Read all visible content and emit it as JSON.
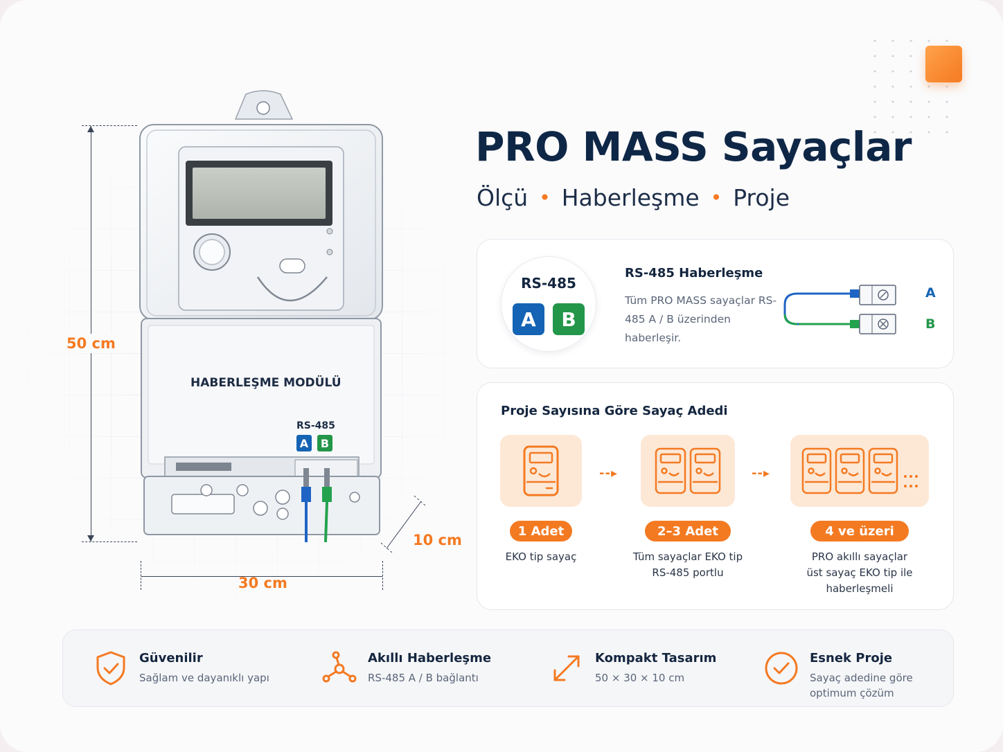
{
  "header": {
    "title": "PRO MASS Sayaçlar",
    "subtitle_parts": [
      "Ölçü",
      "Haberleşme",
      "Proje"
    ],
    "subtitle_separator": "•"
  },
  "meter": {
    "module_label": "HABERLEŞME MODÜLÜ",
    "port_label": "RS-485",
    "port_a": "A",
    "port_b": "B",
    "dim_height": "50 cm",
    "dim_width": "30 cm",
    "dim_depth": "10 cm"
  },
  "rs485": {
    "circle_label": "RS-485",
    "badge_a": "A",
    "badge_b": "B",
    "heading": "RS-485 Haberleşme",
    "description": "Tüm PRO MASS sayaçlar RS-485 A / B üzerinden haberleşir.",
    "wire_a": "A",
    "wire_b": "B"
  },
  "project": {
    "heading": "Proje Sayısına Göre Sayaç Adedi",
    "tiers": [
      {
        "pill": "1 Adet",
        "caption_line1": "EKO tip sayaç",
        "caption_line2": "",
        "caption_line3": ""
      },
      {
        "pill": "2–3 Adet",
        "caption_line1": "Tüm sayaçlar EKO tip",
        "caption_line2": "RS-485 portlu",
        "caption_line3": ""
      },
      {
        "pill": "4 ve üzeri",
        "caption_line1": "PRO akıllı sayaçlar",
        "caption_line2": "üst sayaç EKO tip ile",
        "caption_line3": "haberleşmeli"
      }
    ]
  },
  "features": [
    {
      "icon": "shield-check-icon",
      "title": "Güvenilir",
      "line1": "Sağlam ve dayanıklı yapı",
      "line2": ""
    },
    {
      "icon": "network-nodes-icon",
      "title": "Akıllı Haberleşme",
      "line1": "RS-485 A / B bağlantı",
      "line2": ""
    },
    {
      "icon": "expand-arrows-icon",
      "title": "Kompakt Tasarım",
      "line1": "50 × 30 × 10 cm",
      "line2": ""
    },
    {
      "icon": "circle-check-icon",
      "title": "Esnek Proje",
      "line1": "Sayaç adedine göre",
      "line2": "optimum çözüm"
    }
  ],
  "colors": {
    "accent": "#f47a22",
    "navy": "#0f2746",
    "port_a_blue": "#1463b5",
    "port_b_green": "#23964a",
    "tile_bg": "#fde8d6"
  }
}
